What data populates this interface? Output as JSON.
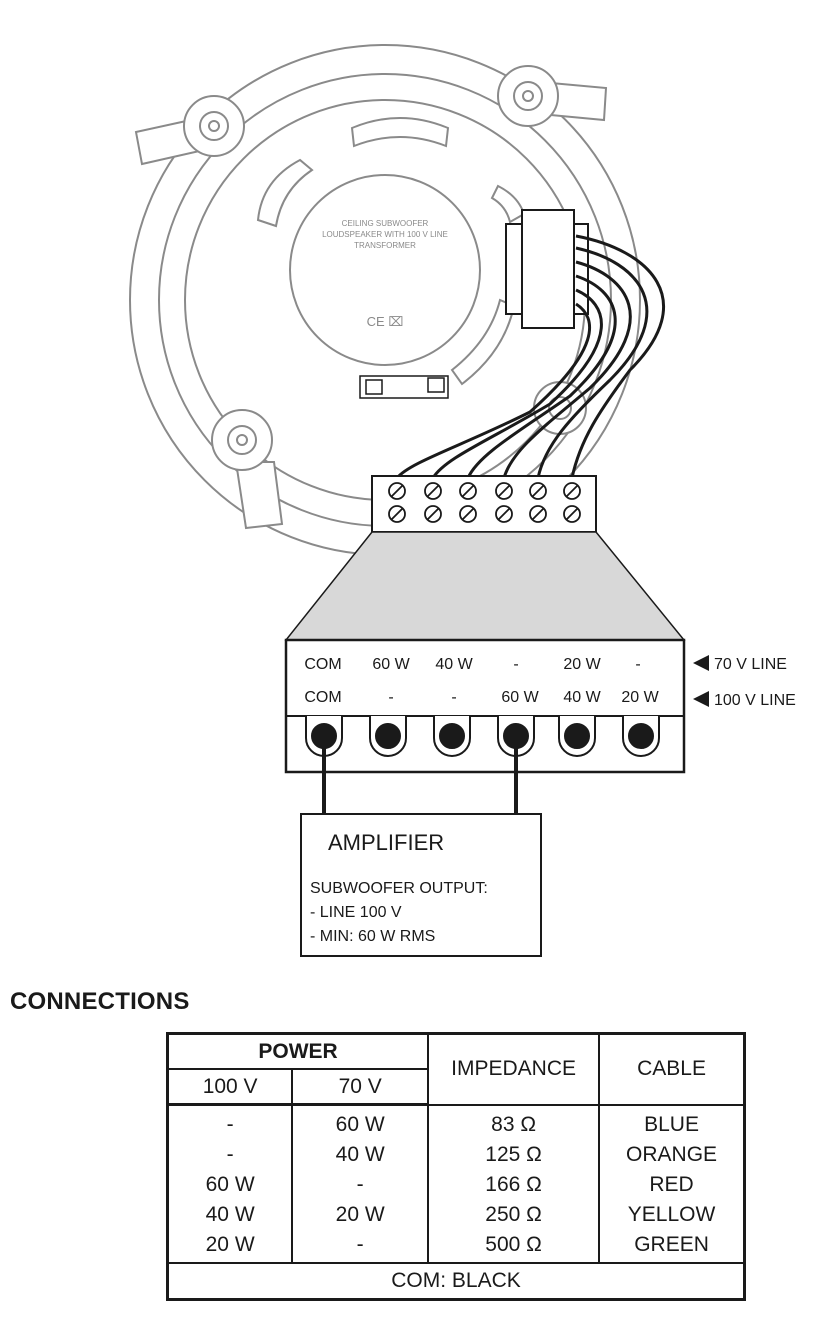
{
  "speaker": {
    "label_lines": [
      "CEILING SUBWOOFER",
      "LOUDSPEAKER WITH 100 V LINE",
      "TRANSFORMER"
    ],
    "marks": "CE ⌧"
  },
  "terminal": {
    "row_70v": [
      "COM",
      "60 W",
      "40 W",
      "-",
      "20 W",
      "-"
    ],
    "row_100v": [
      "COM",
      "-",
      "-",
      "60 W",
      "40 W",
      "20 W"
    ],
    "label_70v": "70 V LINE",
    "label_100v": "100 V LINE"
  },
  "amplifier": {
    "title": "AMPLIFIER",
    "lines": [
      "SUBWOOFER OUTPUT:",
      "- LINE 100 V",
      "- MIN: 60 W RMS"
    ]
  },
  "connections": {
    "title": "CONNECTIONS",
    "headers": {
      "power": "POWER",
      "p100": "100 V",
      "p70": "70 V",
      "impedance": "IMPEDANCE",
      "cable": "CABLE"
    },
    "rows": [
      {
        "p100": "-",
        "p70": "60 W",
        "impedance": "83 Ω",
        "cable": "BLUE"
      },
      {
        "p100": "-",
        "p70": "40 W",
        "impedance": "125 Ω",
        "cable": "ORANGE"
      },
      {
        "p100": "60 W",
        "p70": "-",
        "impedance": "166 Ω",
        "cable": "RED"
      },
      {
        "p100": "40 W",
        "p70": "20 W",
        "impedance": "250 Ω",
        "cable": "YELLOW"
      },
      {
        "p100": "20 W",
        "p70": "-",
        "impedance": "500 Ω",
        "cable": "GREEN"
      }
    ],
    "footer": "COM: BLACK"
  }
}
